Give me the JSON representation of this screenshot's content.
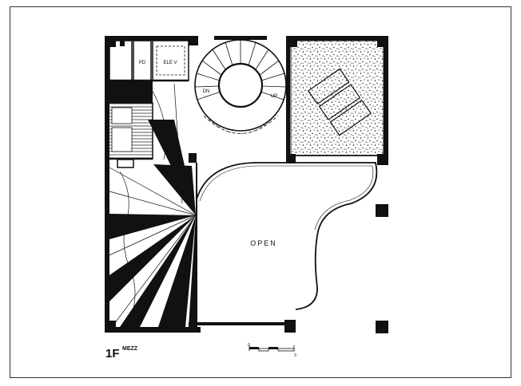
{
  "drawing": {
    "room_labels": {
      "pd": "PD",
      "elev": "ELE V",
      "stair_down": "DN",
      "stair_up": "UP",
      "open": "OPEN"
    },
    "floor_label": "1F",
    "floor_label_suffix": "MEZZ",
    "scale_bar": {
      "start_label": "0",
      "end_label": "3"
    },
    "colors": {
      "ink": "#111111",
      "paper": "#ffffff",
      "frame": "#333333"
    }
  }
}
